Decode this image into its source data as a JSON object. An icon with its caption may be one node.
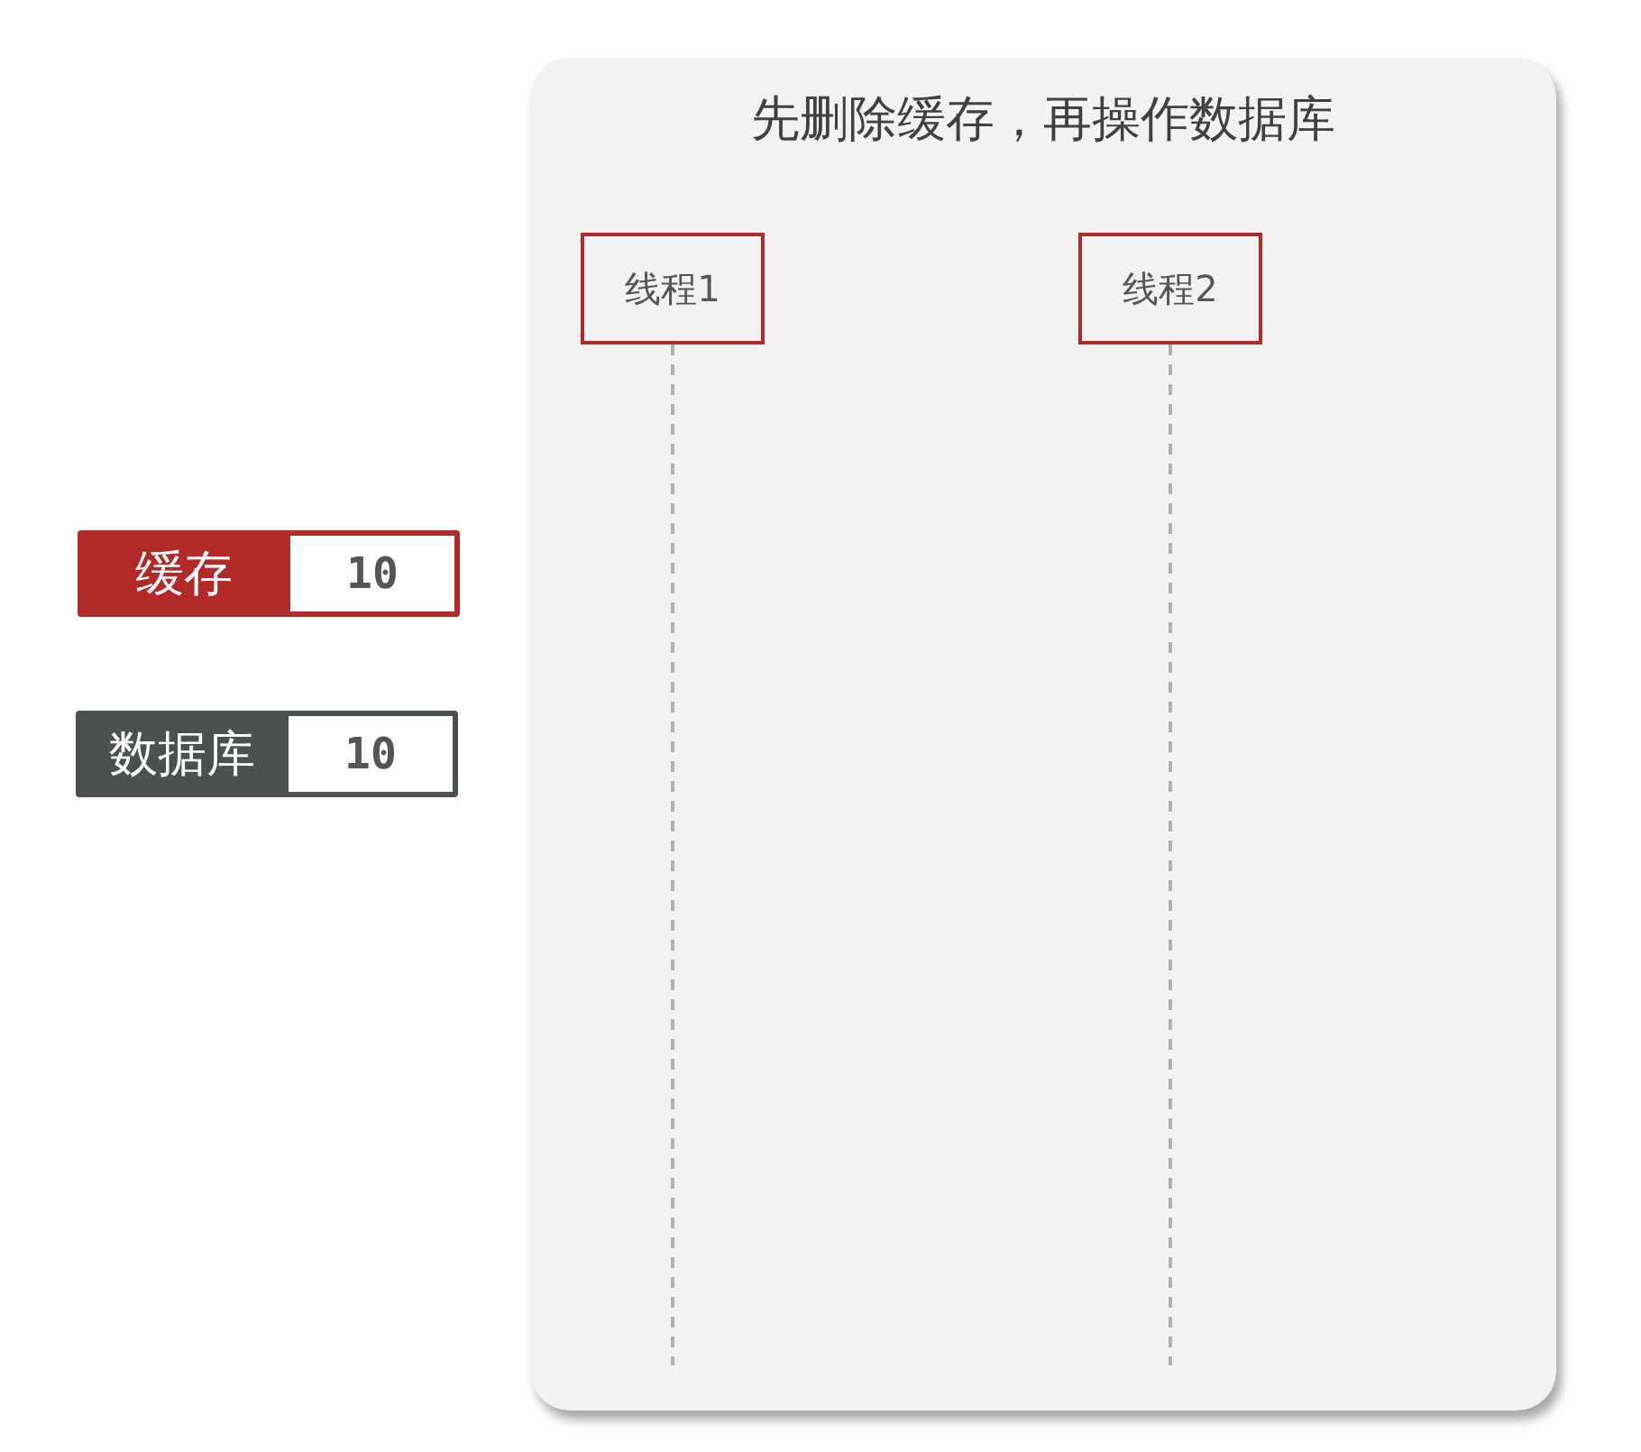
{
  "diagram": {
    "nodes": [
      {
        "text": [
          "先删除缓存，再操作数据库"
        ]
      },
      {
        "text": [
          "线程1"
        ],
        "in": 0
      },
      {
        "text": [
          "线程2"
        ],
        "in": 0
      },
      {
        "text": [
          "缓存",
          "10"
        ]
      },
      {
        "text": [
          "数据库",
          "10"
        ]
      }
    ],
    "edges": [
      {
        "from": 1,
        "to": null,
        "arrow": "none",
        "style": "dashed"
      },
      {
        "from": 2,
        "to": null,
        "arrow": "none",
        "style": "dashed"
      }
    ]
  }
}
